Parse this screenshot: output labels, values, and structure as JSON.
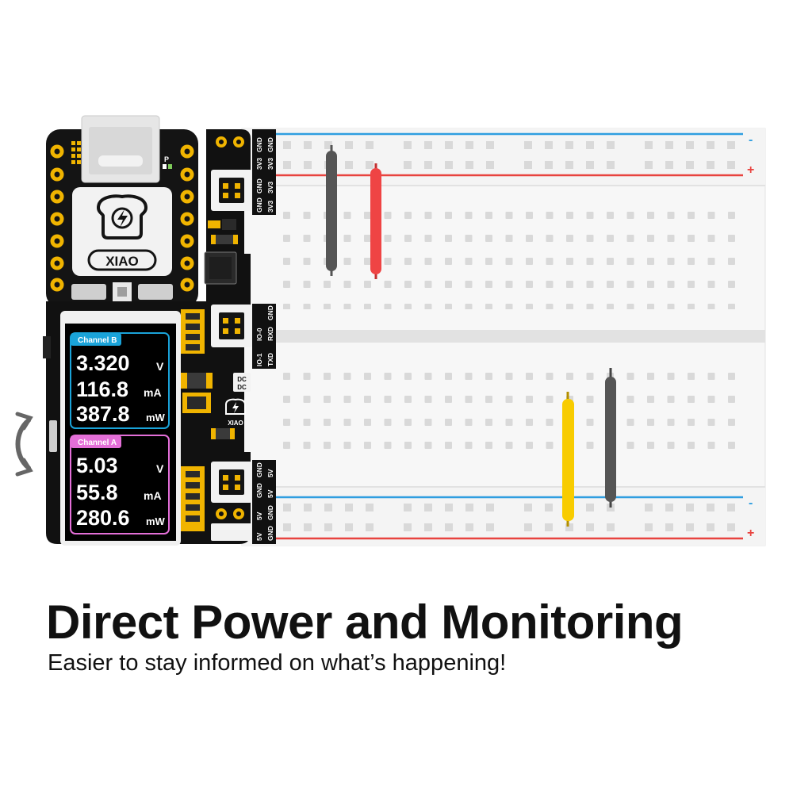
{
  "headline": "Direct Power and Monitoring",
  "subheadline": "Easier to stay informed on what’s happening!",
  "board": {
    "logo_text": "XIAO",
    "small_logo_text": "XIAO",
    "led_label": "P",
    "dcdc_label_1": "DC",
    "dcdc_label_2": "DC"
  },
  "display": {
    "channel_b": {
      "label": "Channel B",
      "voltage": "3.320",
      "voltage_unit": "V",
      "current": "116.8",
      "current_unit": "mA",
      "power": "387.8",
      "power_unit": "mW",
      "accent_color": "#1aa3d9"
    },
    "channel_a": {
      "label": "Channel A",
      "voltage": "5.03",
      "voltage_unit": "V",
      "current": "55.8",
      "current_unit": "mA",
      "power": "280.6",
      "power_unit": "mW",
      "accent_color": "#e46fd8"
    }
  },
  "pin_labels": {
    "top_pair_1": [
      "GND",
      "GND"
    ],
    "top_pair_2": [
      "3V3",
      "3V3"
    ],
    "top_pair_3": [
      "GND",
      "3V3"
    ],
    "mid_pair_1": [
      "IO-0",
      "RXD"
    ],
    "mid_pair_2": [
      "IO-1",
      "TXD"
    ],
    "bot_pair_1": [
      "GND",
      "5V"
    ],
    "bot_pair_2": [
      "GND",
      "5V"
    ],
    "bot_pair_3": [
      "5V",
      "GND"
    ],
    "bot_pair_4": [
      "5V",
      "GND"
    ]
  },
  "breadboard": {
    "rail_minus": "-",
    "rail_plus": "+",
    "rail_blue": "#2f9ee0",
    "rail_red": "#e8433f"
  },
  "wire_colors": {
    "dark_wire": "#555555",
    "red_wire": "#ef4444",
    "yellow_wire": "#f8cc00"
  },
  "icons": {
    "rotate": "rotate-arrows-icon",
    "usb": "usb-c-connector-icon",
    "logo": "toast-lightning-logo-icon"
  }
}
